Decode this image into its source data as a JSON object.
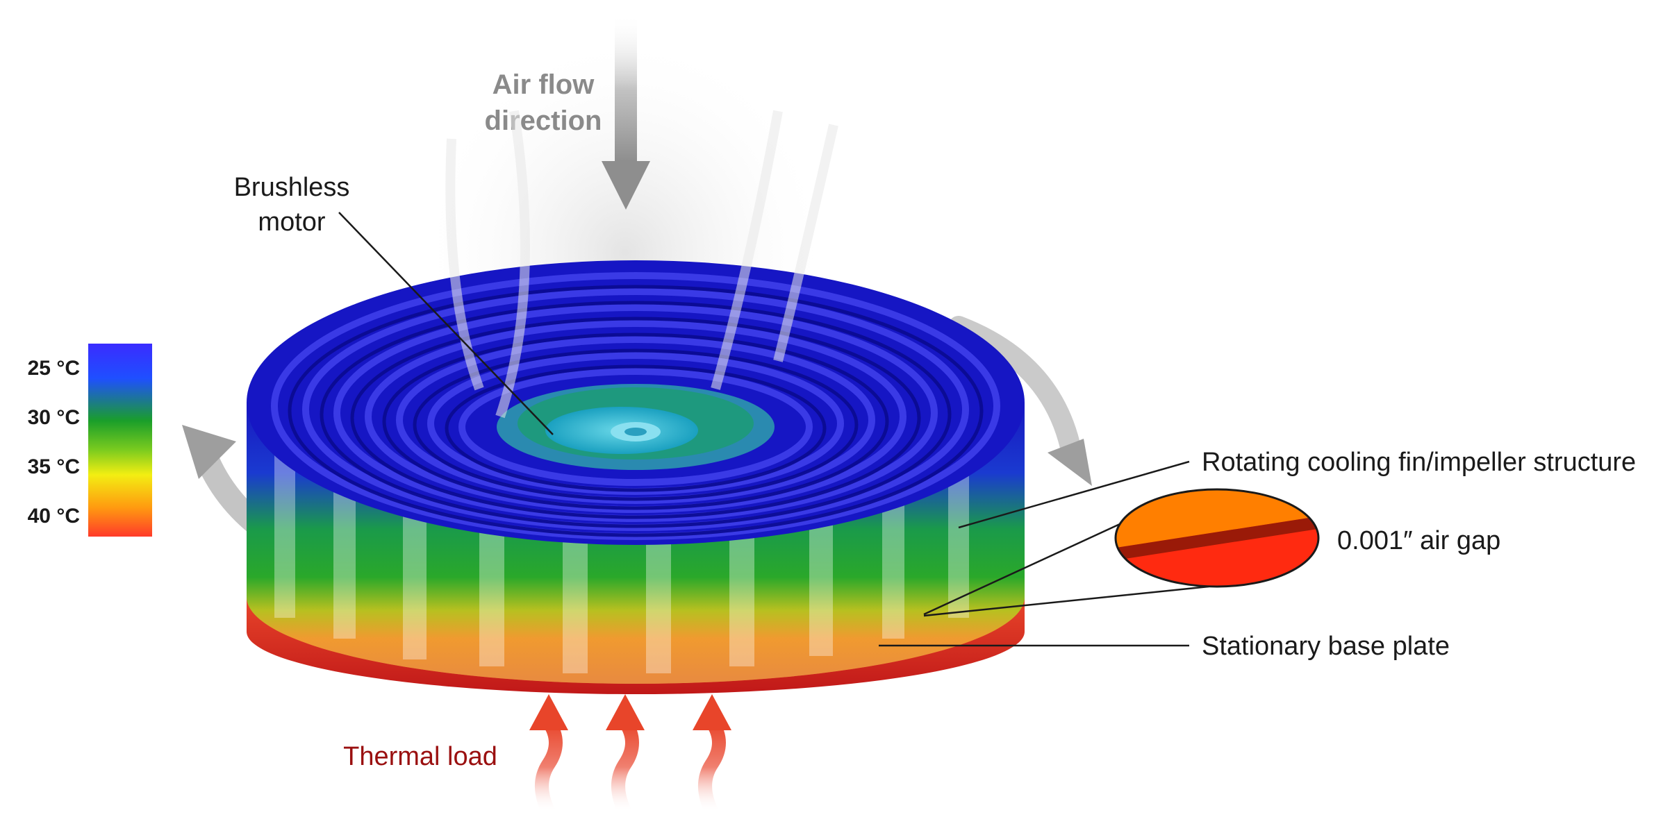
{
  "labels": {
    "air_flow_line1": "Air flow",
    "air_flow_line2": "direction",
    "motor_line1": "Brushless",
    "motor_line2": "motor",
    "impeller": "Rotating cooling fin/impeller structure",
    "air_gap": "0.001″ air gap",
    "base_plate": "Stationary base plate",
    "thermal_load": "Thermal load"
  },
  "legend": {
    "ticks": [
      "25 °C",
      "30 °C",
      "35 °C",
      "40 °C"
    ],
    "gradient_colors": [
      "#3a2cff",
      "#1f4fff",
      "#1a9e2a",
      "#7acb1f",
      "#f3ee12",
      "#ff9a10",
      "#ff3a2a"
    ]
  },
  "colors": {
    "fin_top": "#1414c8",
    "fin_mid": "#1a9a3a",
    "fin_low": "#f0a020",
    "base_plate": "#d9261e",
    "air_gap_orange": "#ff7f00",
    "air_gap_red": "#ff2a10",
    "air_gap_band": "#9a1a08",
    "thermal_text": "#9a1010",
    "air_flow_text": "#8a8a8a",
    "label_text": "#1a1a1a"
  }
}
